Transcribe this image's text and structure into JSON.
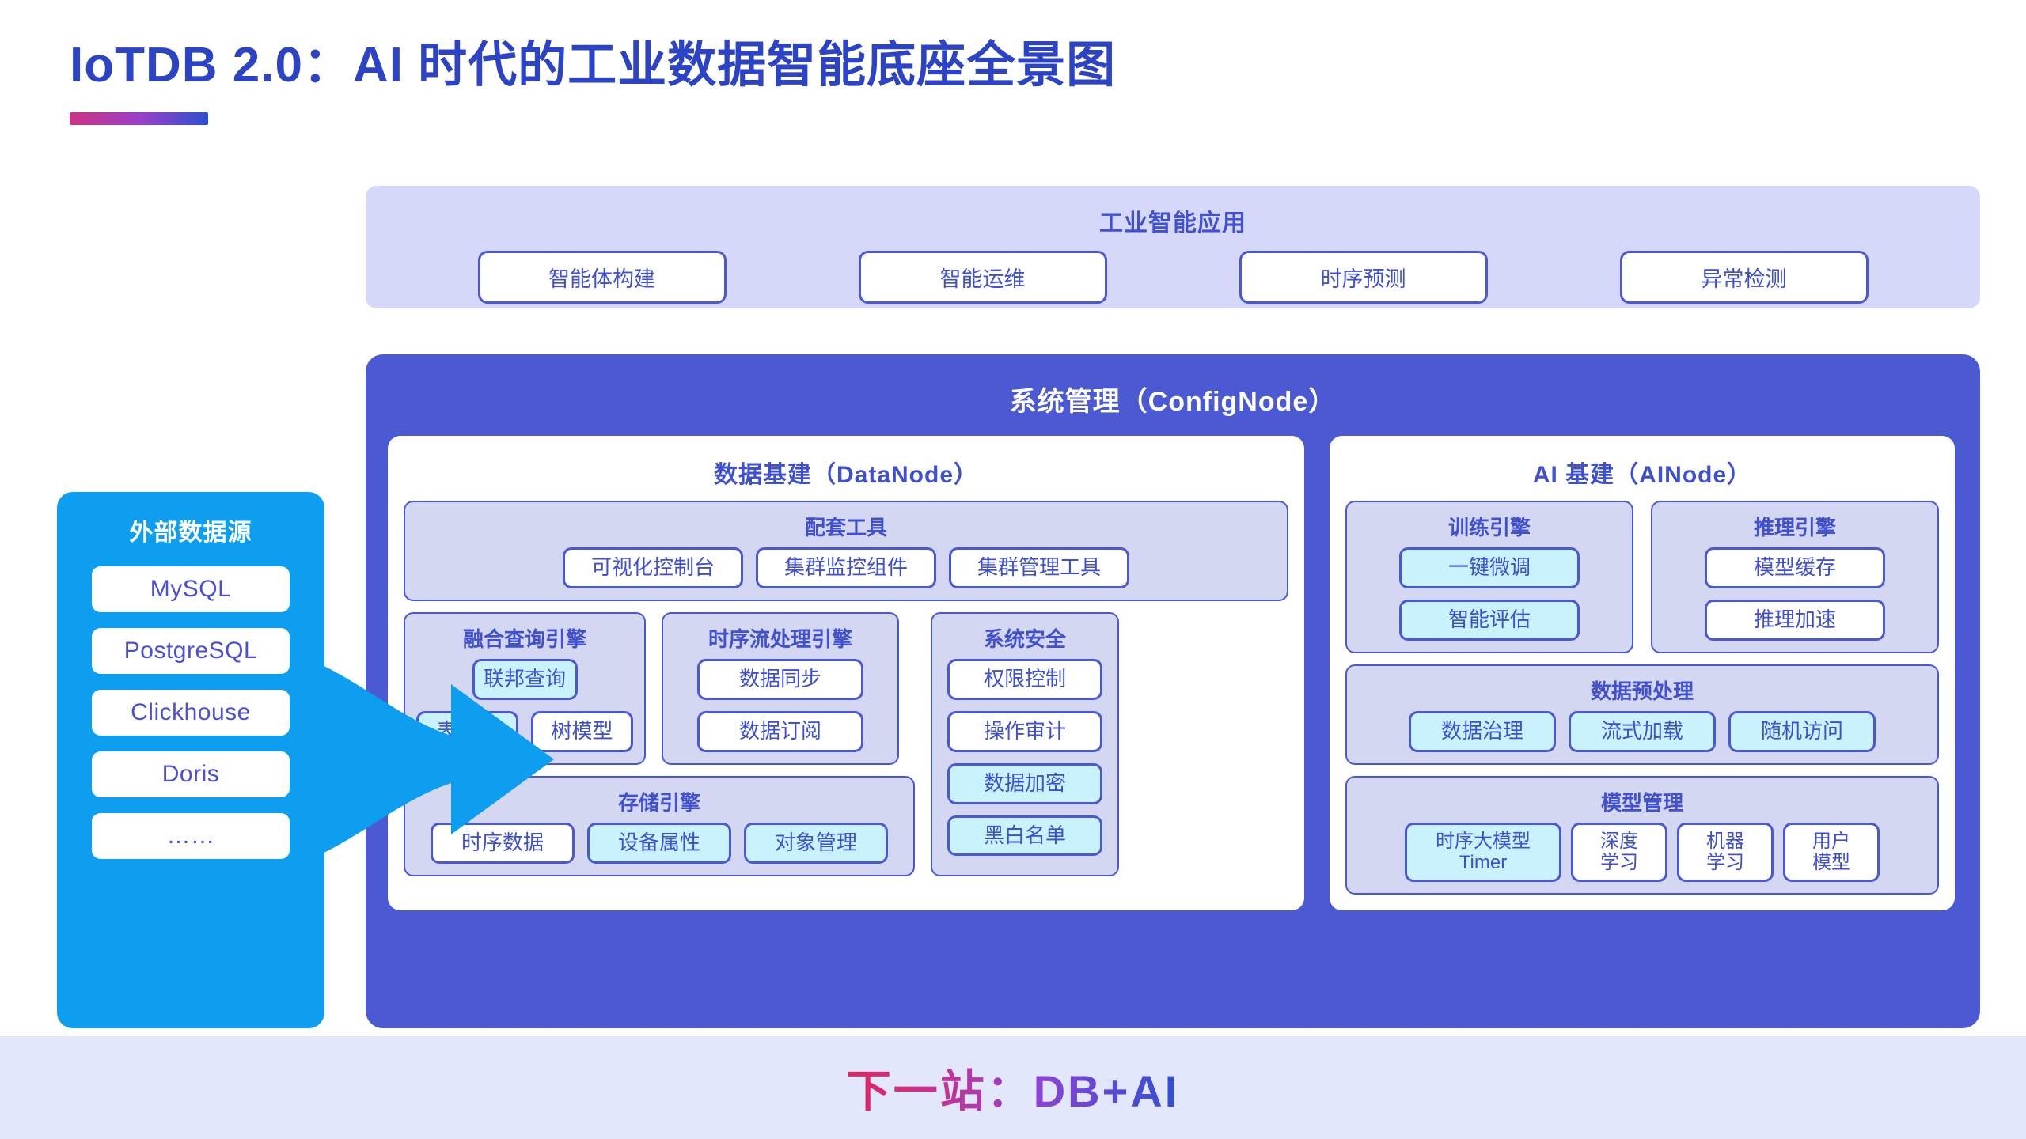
{
  "title": "IoTDB 2.0：AI 时代的工业数据智能底座全景图",
  "colors": {
    "title_blue": "#2b43c4",
    "config_purple": "#4b59d3",
    "group_lavender": "#d3d7f2",
    "chip_border": "#4a58d6",
    "chip_cyan": "#c9f2fd",
    "source_blue": "#0d9ef0",
    "banner_bg": "#e3e7fb",
    "accent_pink": "#cc3384"
  },
  "apps": {
    "title": "工业智能应用",
    "items": [
      {
        "label": "智能体构建"
      },
      {
        "label": "智能运维"
      },
      {
        "label": "时序预测"
      },
      {
        "label": "异常检测"
      }
    ]
  },
  "confignode": {
    "title": "系统管理（ConfigNode）"
  },
  "datanode": {
    "title": "数据基建（DataNode）",
    "tools": {
      "title": "配套工具",
      "items": [
        {
          "label": "可视化控制台",
          "highlight": false
        },
        {
          "label": "集群监控组件",
          "highlight": false
        },
        {
          "label": "集群管理工具",
          "highlight": false
        }
      ]
    },
    "query_engine": {
      "title": "融合查询引擎",
      "wide": {
        "label": "联邦查询",
        "highlight": true
      },
      "items": [
        {
          "label": "表模型",
          "highlight": true
        },
        {
          "label": "树模型",
          "highlight": false
        }
      ]
    },
    "stream_engine": {
      "title": "时序流处理引擎",
      "items": [
        {
          "label": "数据同步",
          "highlight": false
        },
        {
          "label": "数据订阅",
          "highlight": false
        }
      ]
    },
    "security": {
      "title": "系统安全",
      "items": [
        {
          "label": "权限控制",
          "highlight": false
        },
        {
          "label": "操作审计",
          "highlight": false
        },
        {
          "label": "数据加密",
          "highlight": true
        },
        {
          "label": "黑白名单",
          "highlight": true
        }
      ]
    },
    "storage": {
      "title": "存储引擎",
      "items": [
        {
          "label": "时序数据",
          "highlight": false
        },
        {
          "label": "设备属性",
          "highlight": true
        },
        {
          "label": "对象管理",
          "highlight": true
        }
      ]
    }
  },
  "ainode": {
    "title": "AI 基建（AINode）",
    "training": {
      "title": "训练引擎",
      "items": [
        {
          "label": "一键微调",
          "highlight": true
        },
        {
          "label": "智能评估",
          "highlight": true
        }
      ]
    },
    "inference": {
      "title": "推理引擎",
      "items": [
        {
          "label": "模型缓存",
          "highlight": false
        },
        {
          "label": "推理加速",
          "highlight": false
        }
      ]
    },
    "preprocess": {
      "title": "数据预处理",
      "items": [
        {
          "label": "数据治理",
          "highlight": true
        },
        {
          "label": "流式加载",
          "highlight": true
        },
        {
          "label": "随机访问",
          "highlight": true
        }
      ]
    },
    "model_mgmt": {
      "title": "模型管理",
      "items": [
        {
          "label": "时序大模型\nTimer",
          "highlight": true,
          "wide": true
        },
        {
          "label": "深度\n学习",
          "highlight": false,
          "wide": false
        },
        {
          "label": "机器\n学习",
          "highlight": false,
          "wide": false
        },
        {
          "label": "用户\n模型",
          "highlight": false,
          "wide": false
        }
      ]
    }
  },
  "external_source": {
    "title": "外部数据源",
    "items": [
      {
        "label": "MySQL"
      },
      {
        "label": "PostgreSQL"
      },
      {
        "label": "Clickhouse"
      },
      {
        "label": "Doris"
      },
      {
        "label": "……"
      }
    ]
  },
  "banner": {
    "text": "下一站：DB+AI"
  }
}
